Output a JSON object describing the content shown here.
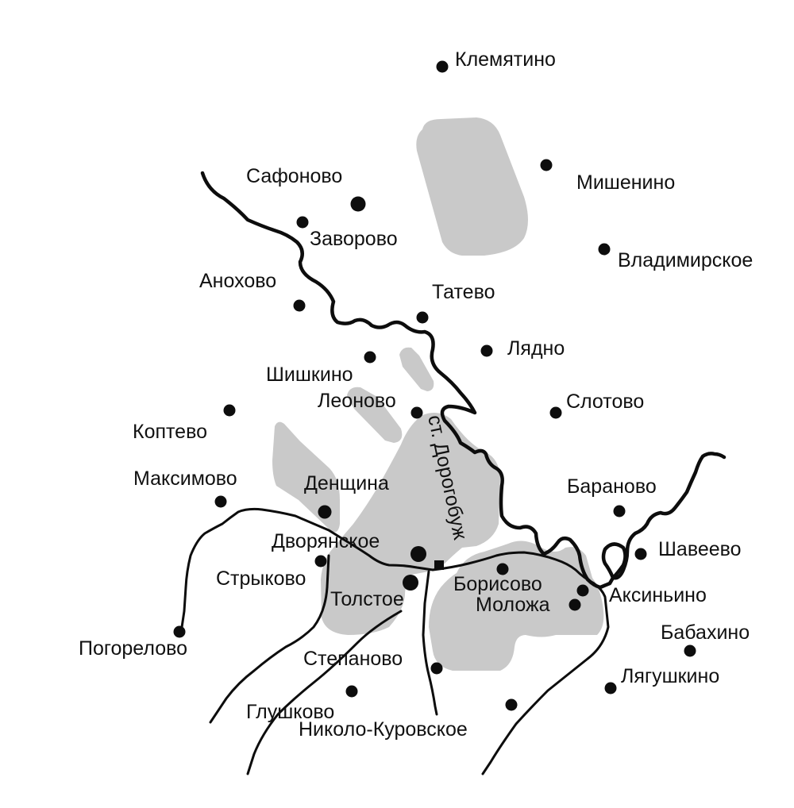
{
  "map": {
    "station": "ст. Дорогобуж",
    "places": {
      "klemyatino": "Клемятино",
      "mishenino": "Мишенино",
      "safonovo": "Сафоново",
      "zavorovo": "Заворово",
      "vladimirskoe": "Владимирское",
      "anokhovo": "Анохово",
      "tatevo": "Татево",
      "lyadno": "Лядно",
      "shishkino": "Шишкино",
      "leonovo": "Леоново",
      "slotovo": "Слотово",
      "koptevo": "Коптево",
      "maksimovo": "Максимово",
      "denshchina": "Денщина",
      "baranovo": "Бараново",
      "dvoryanskoe": "Дворянское",
      "shaveevo": "Шавеево",
      "strykovo": "Стрыково",
      "tolstoe": "Толстое",
      "borisovo": "Борисово",
      "aksinino": "Аксиньино",
      "molozha": "Моложа",
      "pogorelovo": "Погорелово",
      "babakhino": "Бабахино",
      "stepanovo": "Степаново",
      "lyagushkino": "Лягушкино",
      "glushkovo": "Глушково",
      "nikolo_kurovskoe": "Николо-Куровское"
    }
  }
}
